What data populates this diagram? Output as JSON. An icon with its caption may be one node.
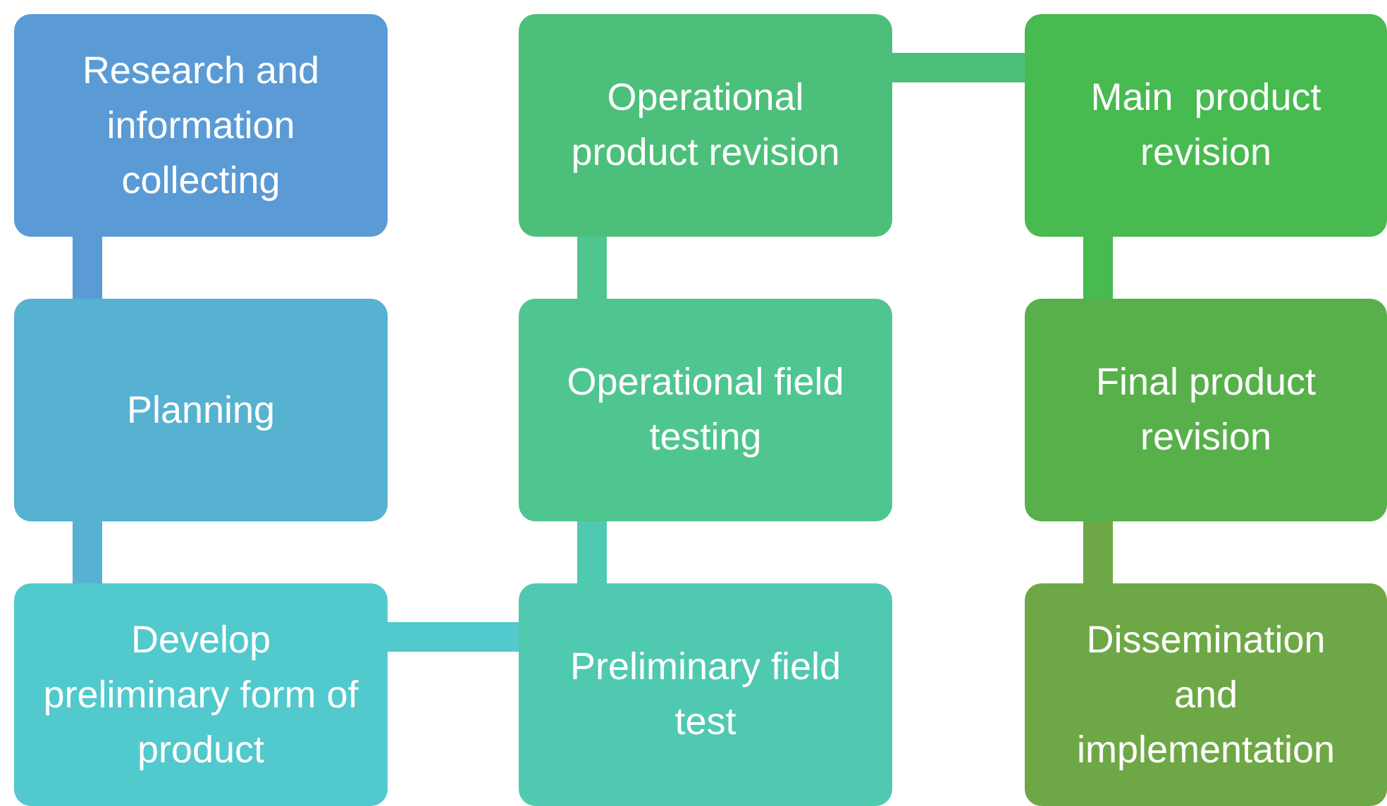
{
  "diagram": {
    "nodes": [
      {
        "text": [
          "Research and information collecting"
        ]
      },
      {
        "text": [
          "Planning"
        ]
      },
      {
        "text": [
          "Develop preliminary form of product"
        ]
      },
      {
        "text": [
          "Preliminary field test"
        ]
      },
      {
        "text": [
          "Operational field testing"
        ]
      },
      {
        "text": [
          "Operational product revision"
        ]
      },
      {
        "text": [
          "Main  product revision"
        ]
      },
      {
        "text": [
          "Final product revision"
        ]
      },
      {
        "text": [
          "Dissemination and implementation"
        ]
      }
    ],
    "edges": [
      {
        "from": 0,
        "to": 1,
        "arrow": "none",
        "color": "#5b9bd5"
      },
      {
        "from": 1,
        "to": 2,
        "arrow": "none",
        "color": "#56b2d0"
      },
      {
        "from": 2,
        "to": 3,
        "arrow": "none",
        "color": "#52c9cc"
      },
      {
        "from": 3,
        "to": 4,
        "arrow": "none",
        "color": "#4fc9b0"
      },
      {
        "from": 4,
        "to": 5,
        "arrow": "none",
        "color": "#4fc590"
      },
      {
        "from": 5,
        "to": 6,
        "arrow": "none",
        "color": "#4cc07a"
      },
      {
        "from": 6,
        "to": 7,
        "arrow": "none",
        "color": "#47ba50"
      },
      {
        "from": 7,
        "to": 8,
        "arrow": "none",
        "color": "#6ea846"
      }
    ]
  }
}
